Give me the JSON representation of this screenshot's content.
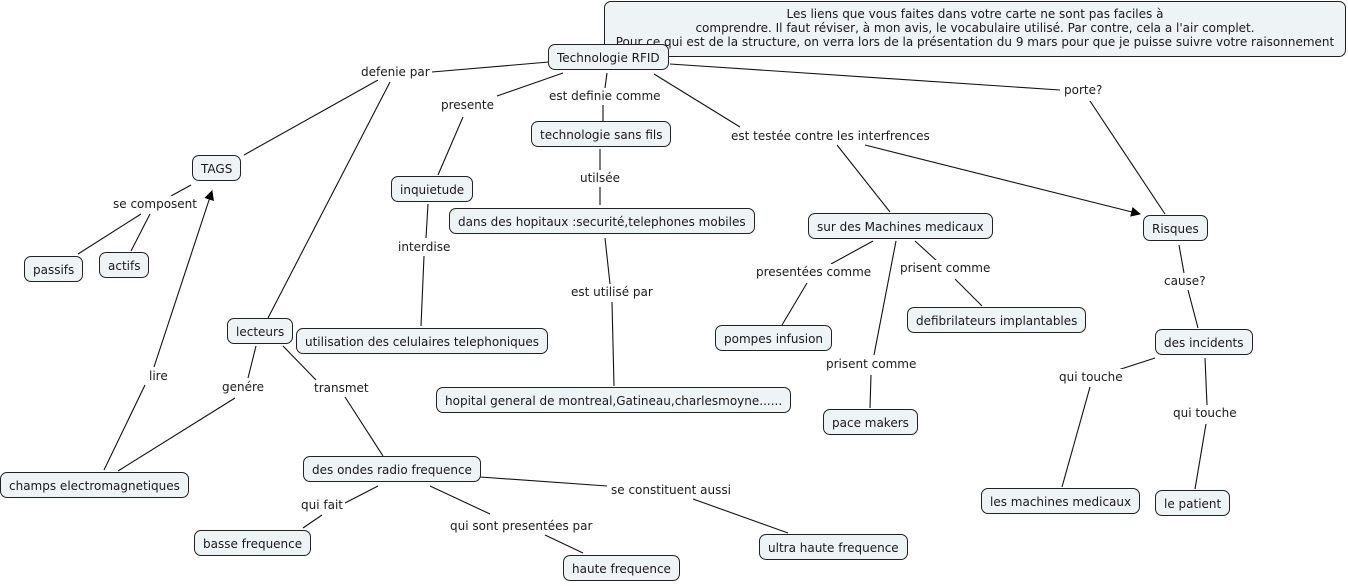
{
  "comment": {
    "lines": [
      "Les liens que vous faites dans votre carte ne sont pas faciles à",
      "comprendre. Il faut réviser, à mon avis, le vocabulaire utilisé. Par contre, cela  a l'air complet.",
      "Pour ce qui est de la structure, on verra lors de la présentation du 9 mars pour que je puisse suivre votre raisonnement"
    ]
  },
  "concepts": {
    "rfid": "Technologie RFID",
    "tags": "TAGS",
    "passifs": "passifs",
    "actifs": "actifs",
    "inquietude": "inquietude",
    "sans_fils": "technologie sans fils",
    "hopitaux": "dans des hopitaux :securité,telephones mobiles",
    "machines": "sur des Machines medicaux",
    "risques": "Risques",
    "lecteurs": "lecteurs",
    "cellulaires": "utilisation des celulaires telephoniques",
    "pompes": "pompes infusion",
    "defib": "defibrilateurs implantables",
    "incidents": "des incidents",
    "hopital_gen": "hopital general de montreal,Gatineau,charlesmoyne......",
    "pace": "pace makers",
    "champs": "champs electromagnetiques",
    "ondes": "des ondes radio frequence",
    "machines_med": "les machines medicaux",
    "patient": "le patient",
    "basse": "basse  frequence",
    "ultra": "ultra haute frequence",
    "haute": "haute frequence"
  },
  "links": {
    "defenie_par": "defenie par",
    "presente": "presente",
    "est_definie": "est definie comme",
    "testee": "est testée contre les interfrences",
    "porte": "porte?",
    "se_composent": "se composent",
    "utilisee": "utilsée",
    "interdise": "interdise",
    "est_utilise": "est utilisé par",
    "presentees_comme": "presentées comme",
    "prisent_comme_1": "prisent comme",
    "prisent_comme_2": "prisent comme",
    "cause": "cause?",
    "lire": "lire",
    "genere": "genére",
    "transmet": "transmet",
    "qui_touche_1": "qui touche",
    "qui_touche_2": "qui touche",
    "qui_fait": "qui fait",
    "qui_sont_presentees": "qui sont presentées par",
    "se_constituent": "se constituent aussi"
  }
}
